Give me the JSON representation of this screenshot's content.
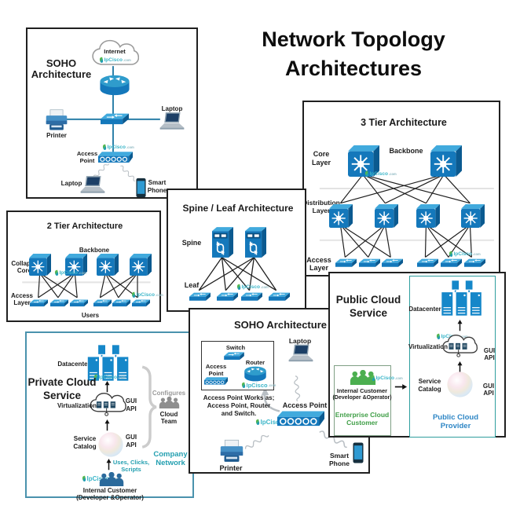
{
  "main_title": {
    "line1": "Network Topology",
    "line2": "Architectures"
  },
  "watermark": {
    "name": "IpCisco",
    "tld": ".com"
  },
  "soho_top": {
    "title1": "SOHO",
    "title2": "Architecture",
    "internet": "Internet",
    "printer": "Printer",
    "laptop_right": "Laptop",
    "access1": "Access",
    "access2": "Point",
    "laptop_bottom": "Laptop",
    "smart1": "Smart",
    "smart2": "Phone"
  },
  "three_tier": {
    "title": "3 Tier Architecture",
    "core1": "Core",
    "core2": "Layer",
    "backbone": "Backbone",
    "dist1": "Distribution",
    "dist2": "Layer",
    "access1": "Access",
    "access2": "Layer"
  },
  "two_tier": {
    "title": "2 Tier Architecture",
    "backbone": "Backbone",
    "collapse1": "Collapse",
    "collapse2": "Core",
    "access1": "Access",
    "access2": "Layer",
    "users": "Users"
  },
  "spine_leaf": {
    "title": "Spine / Leaf Architecture",
    "spine": "Spine",
    "leaf": "Leaf"
  },
  "private_cloud": {
    "title1": "Private Cloud",
    "title2": "Service",
    "datacenter": "Datacenter",
    "virtualization": "Virtualization",
    "gui": "GUI",
    "api": "API",
    "service1": "Service",
    "service2": "Catalog",
    "uses1": "Uses, Clicks,",
    "uses2": "Scripts",
    "internal_customer": "Internal Customer",
    "developer": "(Developer &Operator)",
    "configures": "Configures",
    "cloud_team1": "Cloud",
    "cloud_team2": "Team",
    "company1": "Company",
    "company2": "Network"
  },
  "soho_bottom": {
    "title": "SOHO Architecture",
    "switch": "Switch",
    "router": "Router",
    "access1": "Access",
    "access2": "Point",
    "note1": "Access Point Works as;",
    "note2": "Access Point, Router",
    "note3": "and Switch.",
    "laptop": "Laptop",
    "access_point": "Access Point",
    "printer": "Printer",
    "smart1": "Smart",
    "smart2": "Phone"
  },
  "public_cloud": {
    "title1": "Public Cloud",
    "title2": "Service",
    "datacenter": "Datacenter",
    "virtualization": "Virtualization",
    "gui": "GUI",
    "api": "API",
    "service1": "Service",
    "service2": "Catalog",
    "internal_customer": "Internal Customer",
    "developer": "(Developer &Operator)",
    "enterprise1": "Enterprise Cloud",
    "enterprise2": "Customer",
    "provider1": "Public Cloud",
    "provider2": "Provider"
  },
  "colors": {
    "device_blue": "#1478bb",
    "device_blue_light": "#41aadd",
    "device_blue_dark": "#0b5a90",
    "server_blue": "#1587c9",
    "teal_text": "#239fb0",
    "green": "#3f9e46",
    "provider_blue": "#2e86c5",
    "panel_border": "#202020",
    "private_cloud_border": "#4a92ad",
    "link_teal": "#2b7fa8"
  }
}
